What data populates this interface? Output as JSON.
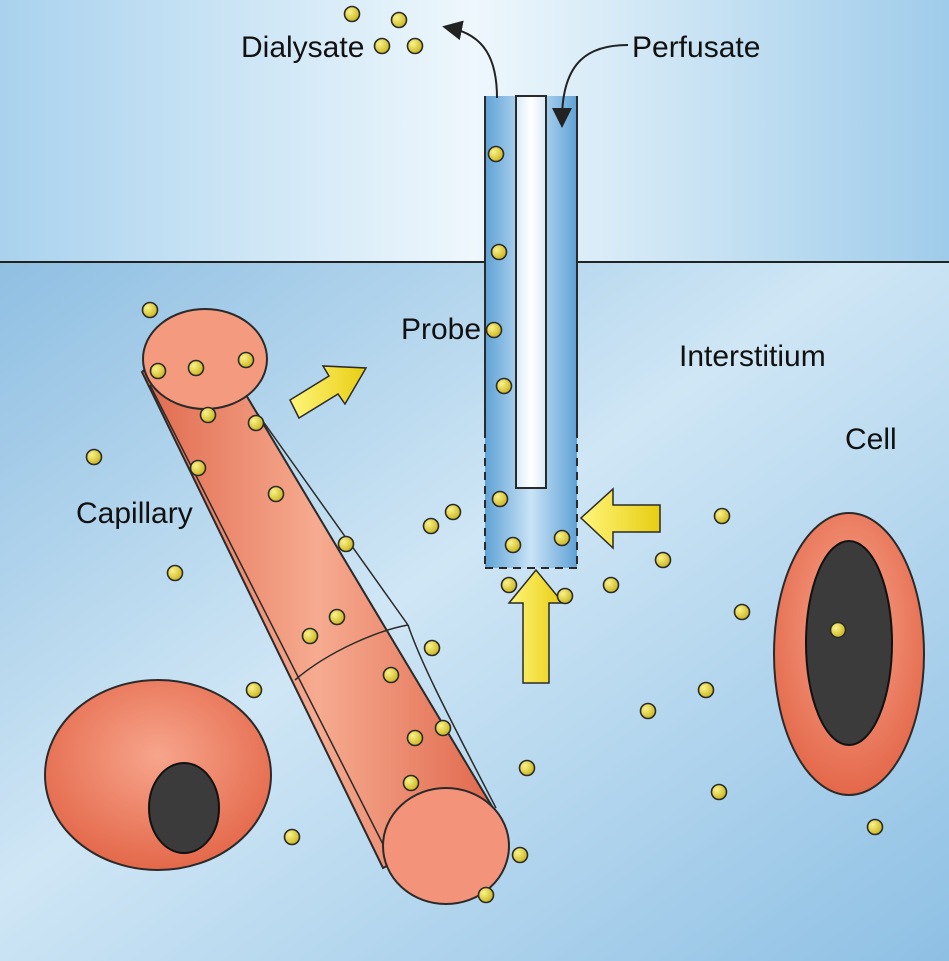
{
  "labels": {
    "dialysate": "Dialysate",
    "perfusate": "Perfusate",
    "probe": "Probe",
    "interstitium": "Interstitium",
    "cell": "Cell",
    "capillary": "Capillary"
  },
  "colors": {
    "sky_top": "#cfe6f4",
    "tissue": "#9ec8e6",
    "cell_fill": "#ee7f63",
    "nucleus_fill": "#3a3a3a",
    "molecule_fill": "#e2d23a",
    "arrow_fill": "#f2e21e",
    "probe_fill": "#8fc0e6"
  }
}
